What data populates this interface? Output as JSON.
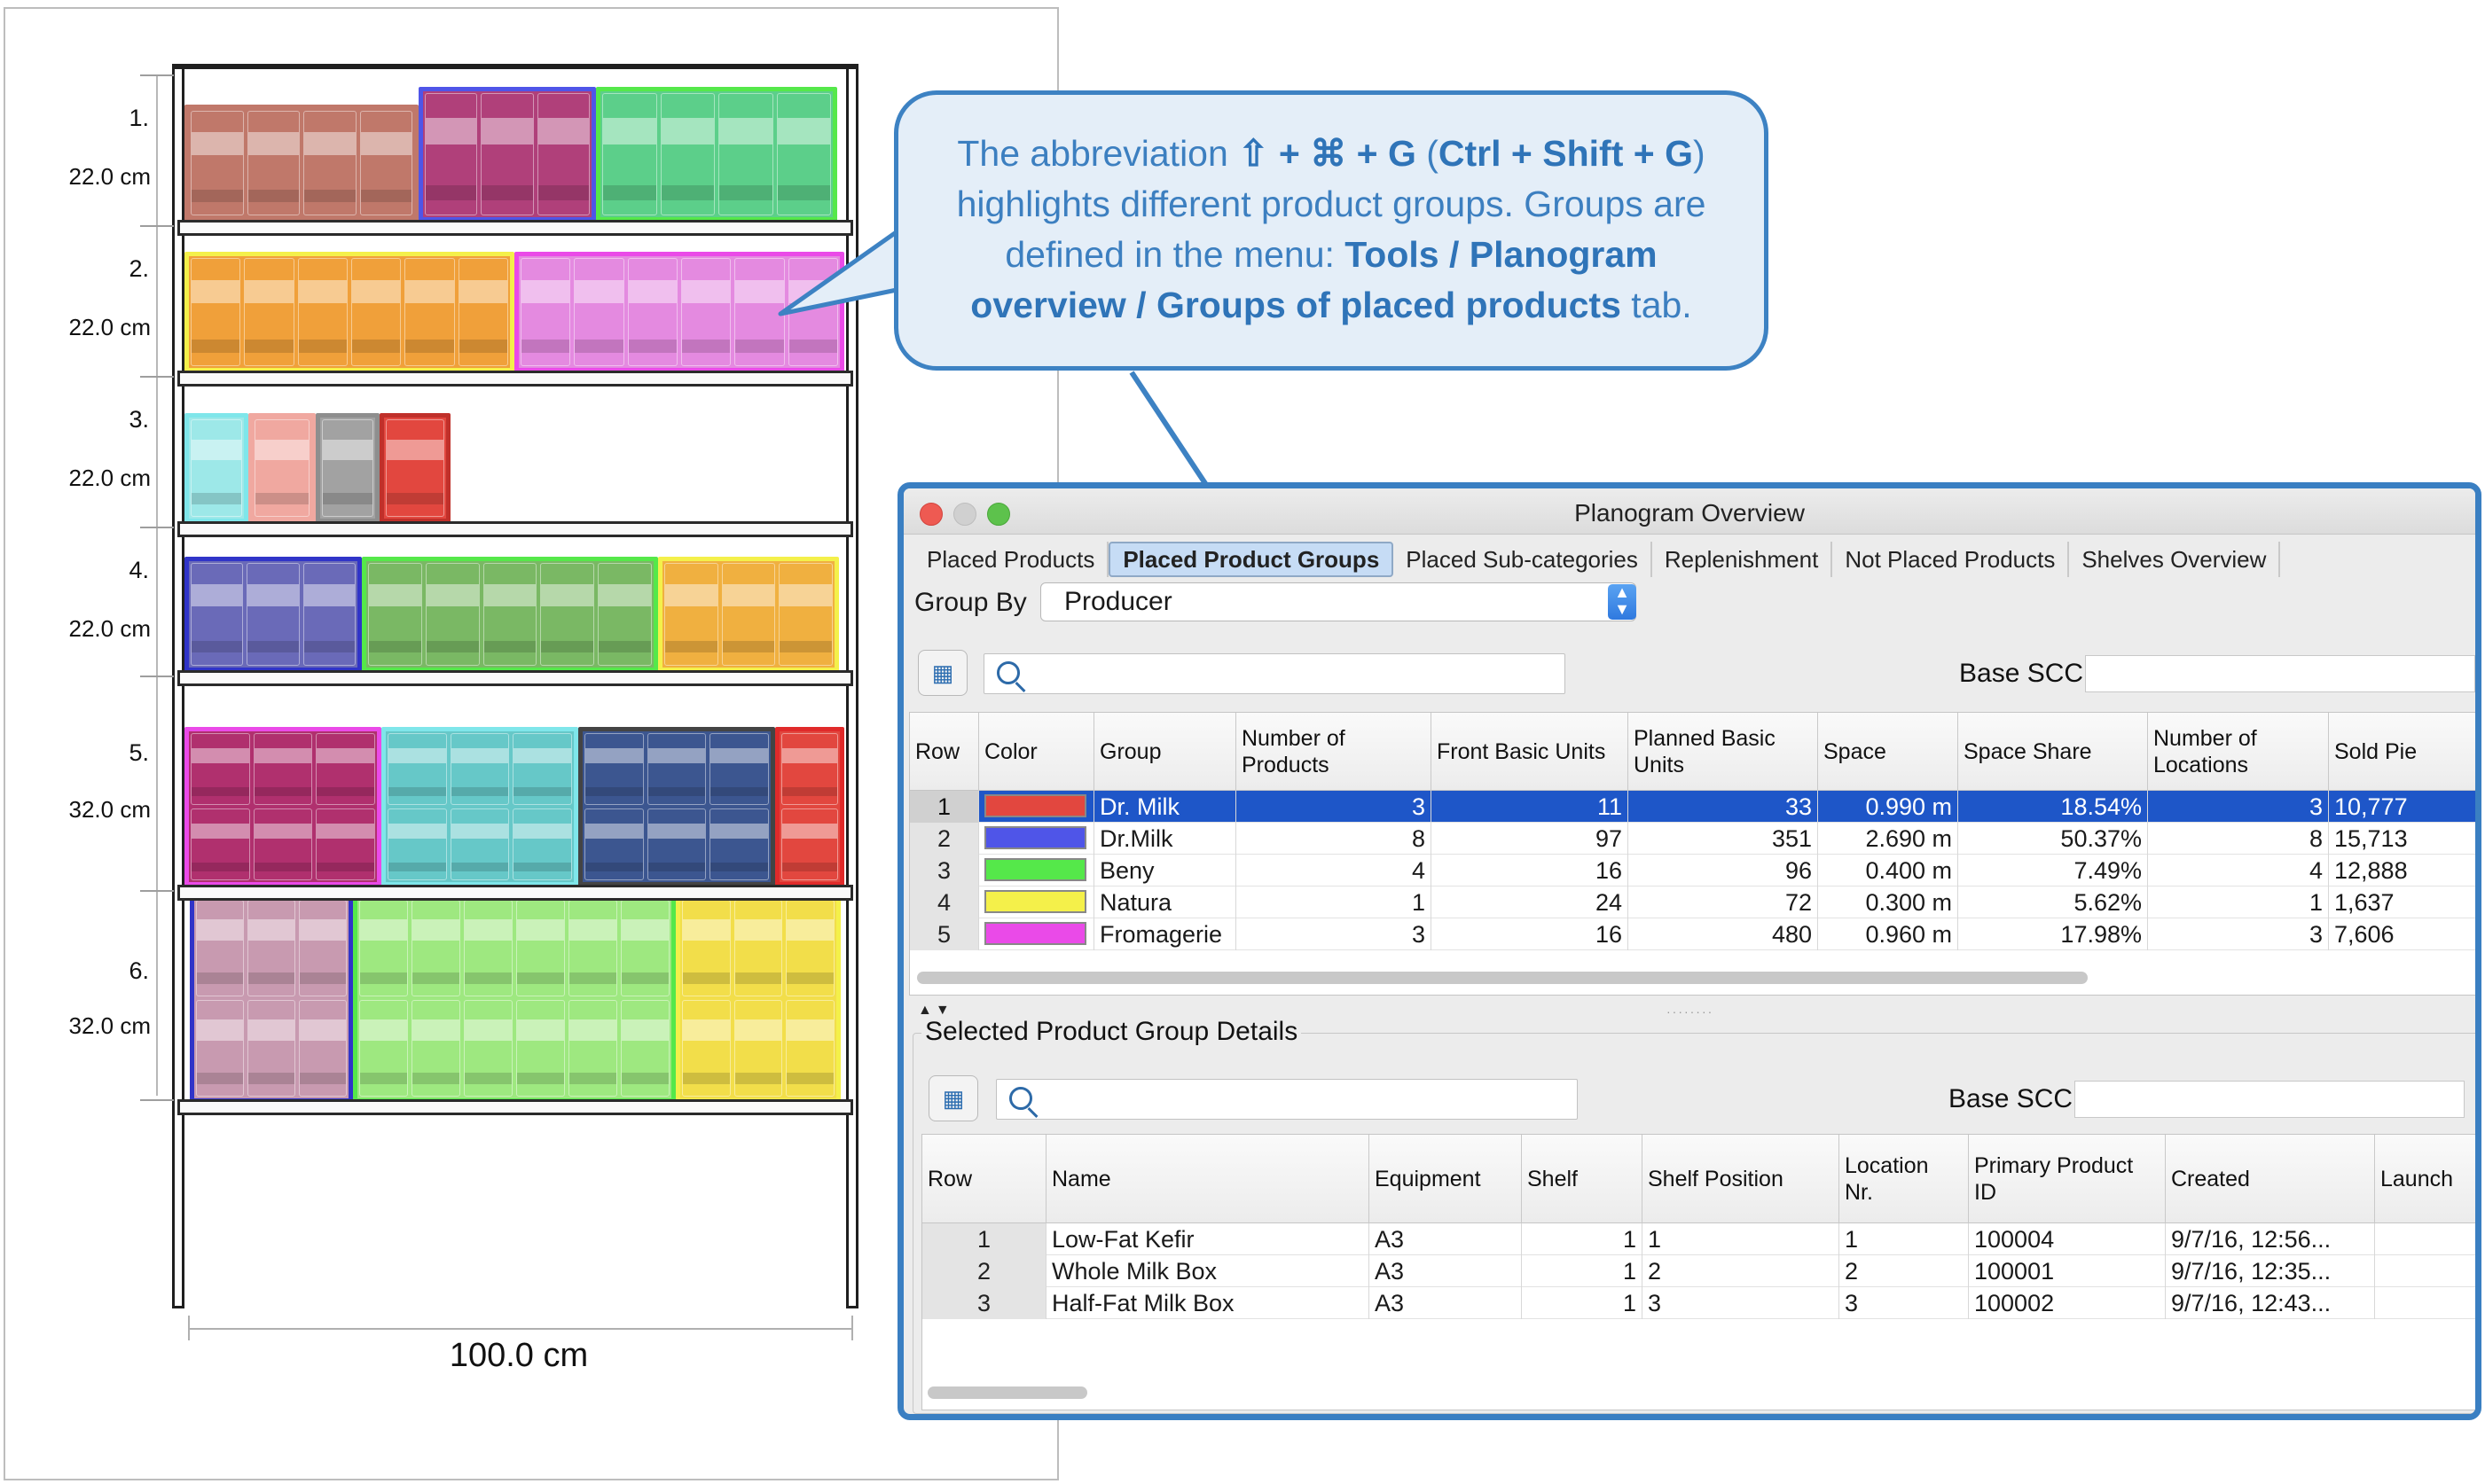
{
  "planogram": {
    "shelves": [
      {
        "number": "1.",
        "height": "22.0 cm"
      },
      {
        "number": "2.",
        "height": "22.0 cm"
      },
      {
        "number": "3.",
        "height": "22.0 cm"
      },
      {
        "number": "4.",
        "height": "22.0 cm"
      },
      {
        "number": "5.",
        "height": "32.0 cm"
      },
      {
        "number": "6.",
        "height": "32.0 cm"
      }
    ],
    "width_label": "100.0 cm"
  },
  "callout": {
    "line1_pre": "The abbreviation ",
    "line1_keys": "⇧ + ⌘ + G",
    "line1_mid": " (",
    "line1_keys2": "Ctrl + Shift + G",
    "line1_post": ")",
    "line2": "highlights different product groups. Groups are",
    "line3_pre": "defined in the menu: ",
    "line3_bold": "Tools / Planogram",
    "line4_bold": "overview / Groups of placed products",
    "line4_post": " tab."
  },
  "window": {
    "title": "Planogram Overview",
    "tabs": [
      "Placed Products",
      "Placed Product Groups",
      "Placed Sub-categories",
      "Replenishment",
      "Not Placed Products",
      "Shelves Overview"
    ],
    "group_by_label": "Group By",
    "group_by_value": "Producer",
    "base_scc_label": "Base SCC",
    "groups_table": {
      "headers": [
        "Row",
        "Color",
        "Group",
        "Number of Products",
        "Front Basic Units",
        "Planned Basic Units",
        "Space",
        "Space Share",
        "Number of Locations",
        "Sold Pie"
      ],
      "rows": [
        {
          "row": "1",
          "color": "#e2473f",
          "group": "Dr. Milk",
          "products": "3",
          "front": "11",
          "planned": "33",
          "space": "0.990 m",
          "share": "18.54%",
          "locations": "3",
          "sold": "10,777"
        },
        {
          "row": "2",
          "color": "#4f55e8",
          "group": "Dr.Milk",
          "products": "8",
          "front": "97",
          "planned": "351",
          "space": "2.690 m",
          "share": "50.37%",
          "locations": "8",
          "sold": "15,713"
        },
        {
          "row": "3",
          "color": "#55e84a",
          "group": "Beny",
          "products": "4",
          "front": "16",
          "planned": "96",
          "space": "0.400 m",
          "share": "7.49%",
          "locations": "4",
          "sold": "12,888"
        },
        {
          "row": "4",
          "color": "#f4f04a",
          "group": "Natura",
          "products": "1",
          "front": "24",
          "planned": "72",
          "space": "0.300 m",
          "share": "5.62%",
          "locations": "1",
          "sold": "1,637"
        },
        {
          "row": "5",
          "color": "#ea4ae8",
          "group": "Fromagerie",
          "products": "3",
          "front": "16",
          "planned": "480",
          "space": "0.960 m",
          "share": "17.98%",
          "locations": "3",
          "sold": "7,606"
        }
      ]
    },
    "details": {
      "legend": "Selected Product Group Details",
      "base_scc_label": "Base SCC",
      "headers": [
        "Row",
        "Name",
        "Equipment",
        "Shelf",
        "Shelf Position",
        "Location Nr.",
        "Primary Product ID",
        "Created",
        "Launch"
      ],
      "rows": [
        {
          "row": "1",
          "name": "Low-Fat Kefir",
          "equipment": "A3",
          "shelf": "1",
          "position": "1",
          "location": "1",
          "ppid": "100004",
          "created": "9/7/16, 12:56..."
        },
        {
          "row": "2",
          "name": "Whole Milk Box",
          "equipment": "A3",
          "shelf": "1",
          "position": "2",
          "location": "2",
          "ppid": "100001",
          "created": "9/7/16, 12:35..."
        },
        {
          "row": "3",
          "name": "Half-Fat Milk Box",
          "equipment": "A3",
          "shelf": "1",
          "position": "3",
          "location": "3",
          "ppid": "100002",
          "created": "9/7/16, 12:43..."
        }
      ]
    }
  }
}
